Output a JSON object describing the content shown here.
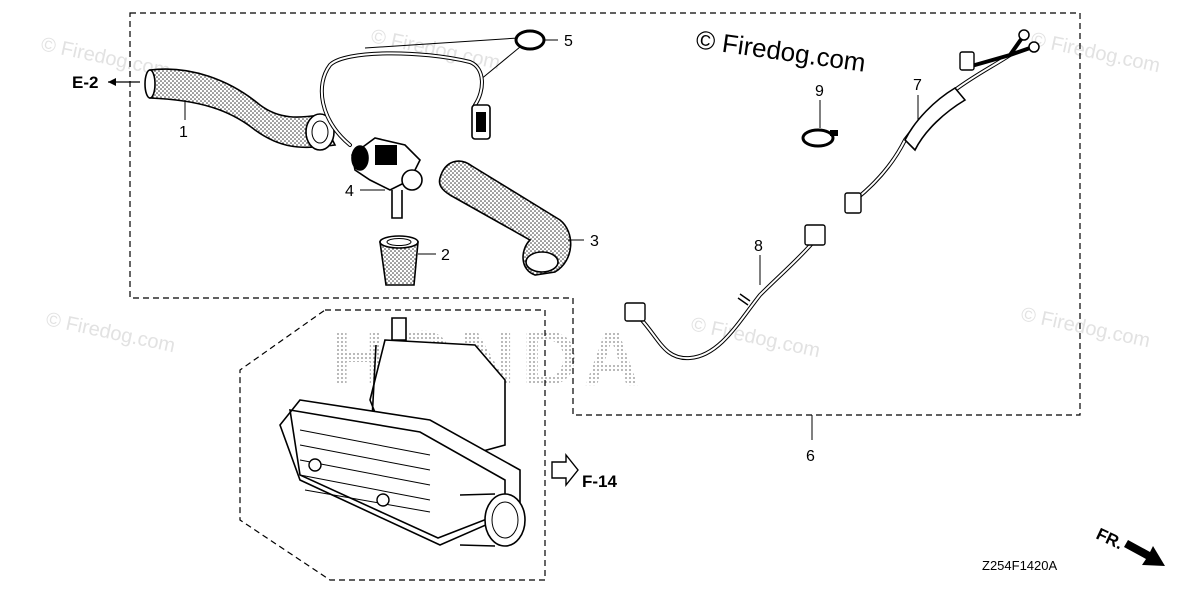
{
  "watermark": {
    "main": "© Firedog.com",
    "faint": "© Firedog.com",
    "brand_letters": "HONDA"
  },
  "references": {
    "e2": "E-2",
    "f14": "F-14",
    "front": "FR."
  },
  "diagram_code": "Z254F1420A",
  "callouts": [
    {
      "id": "1",
      "label": "1"
    },
    {
      "id": "2",
      "label": "2"
    },
    {
      "id": "3",
      "label": "3"
    },
    {
      "id": "4",
      "label": "4"
    },
    {
      "id": "5",
      "label": "5"
    },
    {
      "id": "6",
      "label": "6"
    },
    {
      "id": "7",
      "label": "7"
    },
    {
      "id": "8",
      "label": "8"
    },
    {
      "id": "9",
      "label": "9"
    }
  ]
}
